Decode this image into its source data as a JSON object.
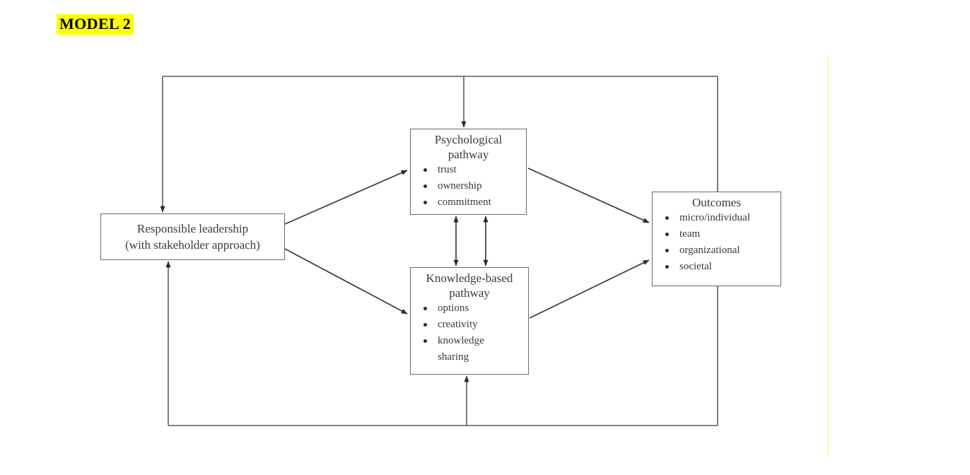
{
  "title": {
    "text": "MODEL 2",
    "highlight_color": "#ffff00",
    "text_color": "#000000"
  },
  "diagram": {
    "type": "flow-diagram",
    "background": "#ffffff",
    "line_color": "#4a4a4a",
    "box_border_color": "#6b6b6b",
    "nodes": [
      {
        "id": "responsible-leadership",
        "heading": "",
        "lines": [
          "Responsible leadership",
          "(with stakeholder approach)"
        ],
        "items": []
      },
      {
        "id": "psychological-pathway",
        "heading_line1": "Psychological",
        "heading_line2": "pathway",
        "items": [
          "trust",
          "ownership",
          "commitment"
        ]
      },
      {
        "id": "knowledge-based-pathway",
        "heading_line1": "Knowledge-based",
        "heading_line2": "pathway",
        "items": [
          "options",
          "creativity",
          "knowledge"
        ],
        "item_continuation": "sharing"
      },
      {
        "id": "outcomes",
        "heading": "Outcomes",
        "items": [
          "micro/individual",
          "team",
          "organizational",
          "societal"
        ]
      }
    ],
    "connections": [
      {
        "from": "responsible-leadership",
        "to": "psychological-pathway",
        "style": "single-arrow"
      },
      {
        "from": "responsible-leadership",
        "to": "knowledge-based-pathway",
        "style": "single-arrow"
      },
      {
        "from": "psychological-pathway",
        "to": "outcomes",
        "style": "single-arrow"
      },
      {
        "from": "knowledge-based-pathway",
        "to": "outcomes",
        "style": "single-arrow"
      },
      {
        "from": "psychological-pathway",
        "to": "knowledge-based-pathway",
        "style": "double-arrow"
      },
      {
        "from": "psychological-pathway",
        "to": "knowledge-based-pathway",
        "style": "double-arrow"
      },
      {
        "from": "outcomes",
        "to": "psychological-pathway",
        "style": "feedback-top"
      },
      {
        "from": "outcomes",
        "to": "knowledge-based-pathway",
        "style": "feedback-bottom"
      },
      {
        "from": "outcomes",
        "to": "responsible-leadership",
        "style": "feedback-top-left"
      },
      {
        "from": "outcomes",
        "to": "responsible-leadership",
        "style": "feedback-bottom-left"
      }
    ]
  },
  "accent": {
    "color": "#fbfba0"
  }
}
